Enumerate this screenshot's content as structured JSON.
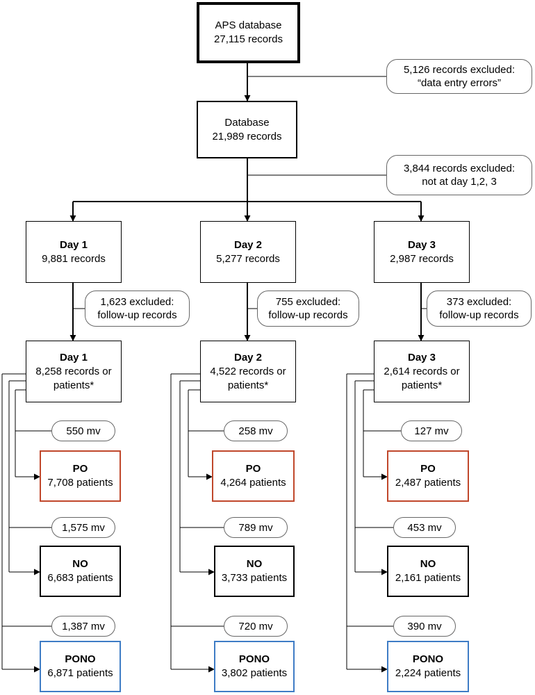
{
  "top": {
    "line1": "APS database",
    "line2": "27,115 records"
  },
  "excl_top": {
    "line1": "5,126 records excluded:",
    "line2": "“data entry errors”"
  },
  "database": {
    "line1": "Database",
    "line2": "21,989 records"
  },
  "excl_days": {
    "line1": "3,844 records excluded:",
    "line2": "not at day 1,2, 3"
  },
  "days": [
    {
      "day": {
        "title": "Day 1",
        "line2": "9,881 records"
      },
      "excluded": {
        "line1": "1,623 excluded:",
        "line2": "follow-up records"
      },
      "day_b": {
        "title": "Day 1",
        "line2": "8,258 records or",
        "line3": "patients*"
      },
      "po_mv": "550 mv",
      "po": {
        "title": "PO",
        "line2": "7,708 patients"
      },
      "no_mv": "1,575 mv",
      "no": {
        "title": "NO",
        "line2": "6,683 patients"
      },
      "pono_mv": "1,387 mv",
      "pono": {
        "title": "PONO",
        "line2": "6,871 patients"
      }
    },
    {
      "day": {
        "title": "Day 2",
        "line2": "5,277 records"
      },
      "excluded": {
        "line1": "755 excluded:",
        "line2": "follow-up records"
      },
      "day_b": {
        "title": "Day 2",
        "line2": "4,522 records or",
        "line3": "patients*"
      },
      "po_mv": "258 mv",
      "po": {
        "title": "PO",
        "line2": "4,264 patients"
      },
      "no_mv": "789 mv",
      "no": {
        "title": "NO",
        "line2": "3,733 patients"
      },
      "pono_mv": "720 mv",
      "pono": {
        "title": "PONO",
        "line2": "3,802 patients"
      }
    },
    {
      "day": {
        "title": "Day 3",
        "line2": "2,987 records"
      },
      "excluded": {
        "line1": "373 excluded:",
        "line2": "follow-up records"
      },
      "day_b": {
        "title": "Day 3",
        "line2": "2,614 records or",
        "line3": "patients*"
      },
      "po_mv": "127 mv",
      "po": {
        "title": "PO",
        "line2": "2,487 patients"
      },
      "no_mv": "453 mv",
      "no": {
        "title": "NO",
        "line2": "2,161 patients"
      },
      "pono_mv": "390 mv",
      "pono": {
        "title": "PONO",
        "line2": "2,224 patients"
      }
    }
  ],
  "colors": {
    "line": "#000000",
    "po_border": "#c0472b",
    "pono_border": "#3e7cc5",
    "pill_border": "#666666"
  }
}
